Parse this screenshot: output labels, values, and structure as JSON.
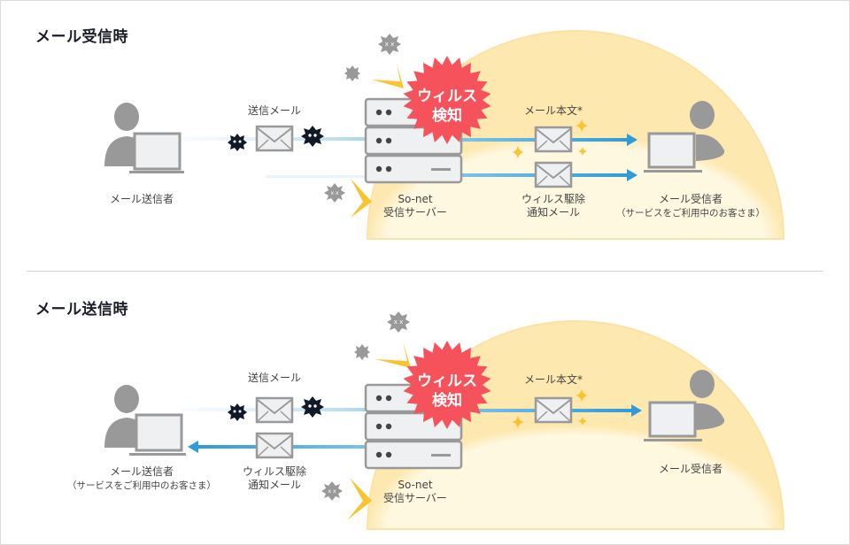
{
  "sections": [
    {
      "title": "メール受信時",
      "sender": {
        "label": "メール送信者",
        "sublabel": ""
      },
      "sent_mail_label": "送信メール",
      "server": {
        "line1": "So-net",
        "line2": "受信サーバー"
      },
      "detection_badge": {
        "line1": "ウィルス",
        "line2": "検知"
      },
      "body_mail_label": "メール本文*",
      "notice_mail": {
        "line1": "ウィルス駆除",
        "line2": "通知メール"
      },
      "recipient": {
        "label": "メール受信者",
        "sublabel": "（サービスをご利用中のお客さま）"
      }
    },
    {
      "title": "メール送信時",
      "sender": {
        "label": "メール送信者",
        "sublabel": "（サービスをご利用中のお客さま）"
      },
      "sent_mail_label": "送信メール",
      "server": {
        "line1": "So-net",
        "line2": "受信サーバー"
      },
      "detection_badge": {
        "line1": "ウィルス",
        "line2": "検知"
      },
      "body_mail_label": "メール本文*",
      "notice_mail": {
        "line1": "ウィルス駆除",
        "line2": "通知メール"
      },
      "recipient": {
        "label": "メール受信者",
        "sublabel": ""
      }
    }
  ],
  "colors": {
    "badge_red": "#f5525c",
    "arrow_blue": "#3aa3db",
    "light_blue": "#cfe9f6",
    "safe_zone": "#fff8e1",
    "safe_zone_edge": "#fbe3a5",
    "sparkle_yellow": "#f8c531",
    "icon_gray": "#999999",
    "virus_dark": "#111827"
  }
}
